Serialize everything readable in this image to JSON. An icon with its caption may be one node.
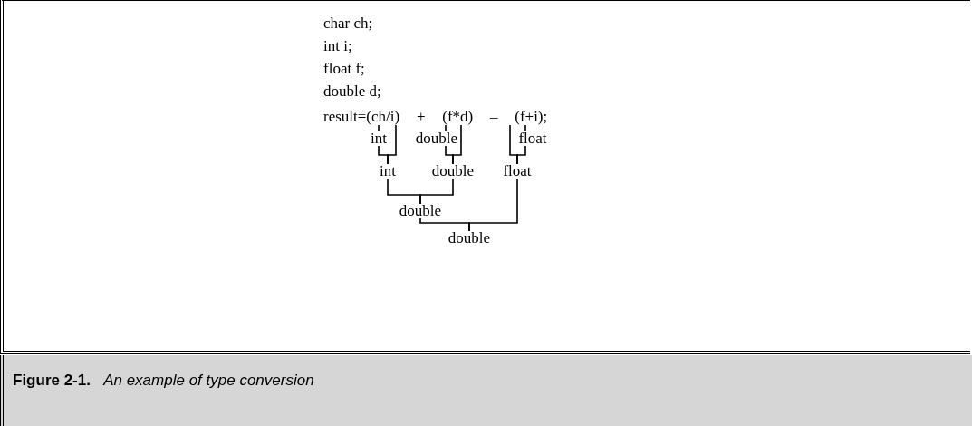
{
  "diagram": {
    "caption": "**Figure 2-1.**   *An example of type conversion*",
    "nodes": [
      {
        "text": [
          "result=(ch/i)   +   (f*d)   –   (f+i);"
        ]
      },
      {
        "text": [
          "int"
        ]
      },
      {
        "text": [
          "double"
        ]
      },
      {
        "text": [
          "float"
        ]
      },
      {
        "text": [
          "int"
        ]
      },
      {
        "text": [
          "double"
        ]
      },
      {
        "text": [
          "float"
        ]
      },
      {
        "text": [
          "double"
        ]
      },
      {
        "text": [
          "double"
        ]
      }
    ],
    "edges": [
      {
        "from": 0,
        "to": 1,
        "arrow": "none"
      },
      {
        "from": 1,
        "to": 4,
        "arrow": "none"
      },
      {
        "from": 0,
        "to": 4,
        "arrow": "none"
      },
      {
        "from": 0,
        "to": 2,
        "arrow": "none"
      },
      {
        "from": 0,
        "to": 5,
        "arrow": "none"
      },
      {
        "from": 2,
        "to": 5,
        "arrow": "none"
      },
      {
        "from": 0,
        "to": 6,
        "arrow": "none"
      },
      {
        "from": 0,
        "to": 3,
        "arrow": "none"
      },
      {
        "from": 3,
        "to": 6,
        "arrow": "none"
      },
      {
        "from": 4,
        "to": 7,
        "arrow": "none"
      },
      {
        "from": 5,
        "to": 7,
        "arrow": "none"
      },
      {
        "from": 7,
        "to": 8,
        "arrow": "none"
      },
      {
        "from": 6,
        "to": 8,
        "arrow": "none"
      }
    ],
    "labels": [
      "char ch;",
      "int i;",
      "float f;",
      "double d;"
    ]
  }
}
